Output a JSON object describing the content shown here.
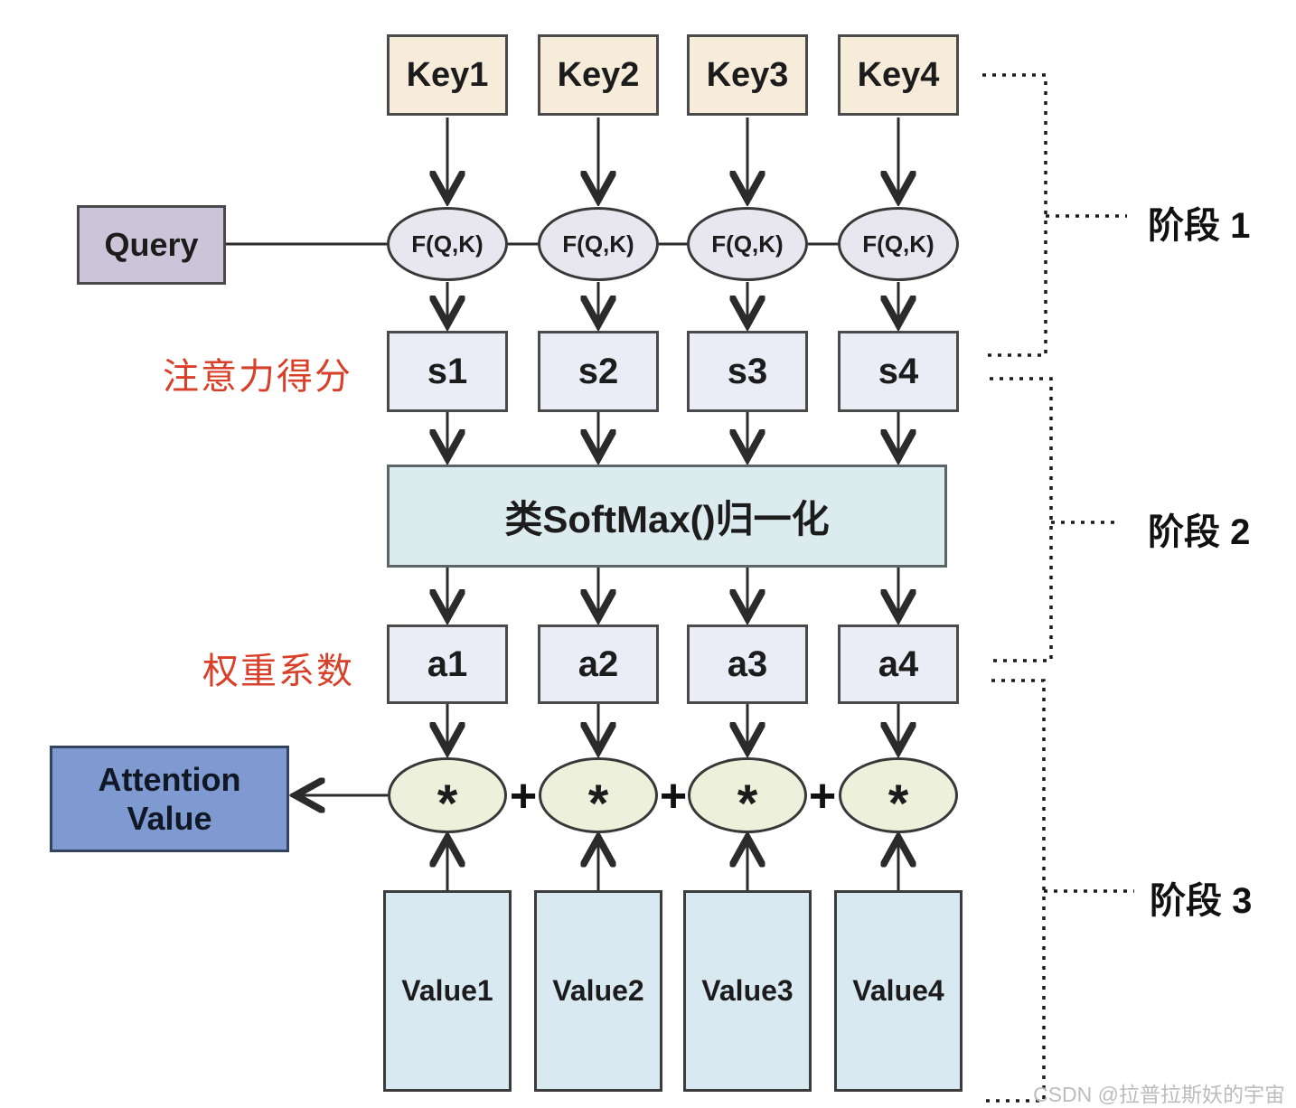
{
  "nodes": {
    "keys": [
      {
        "label": "Key1"
      },
      {
        "label": "Key2"
      },
      {
        "label": "Key3"
      },
      {
        "label": "Key4"
      }
    ],
    "query": {
      "label": "Query"
    },
    "fqk": [
      {
        "label": "F(Q,K)"
      },
      {
        "label": "F(Q,K)"
      },
      {
        "label": "F(Q,K)"
      },
      {
        "label": "F(Q,K)"
      }
    ],
    "scores": [
      {
        "label": "s1"
      },
      {
        "label": "s2"
      },
      {
        "label": "s3"
      },
      {
        "label": "s4"
      }
    ],
    "softmax": {
      "label": "类SoftMax()归一化"
    },
    "weights": [
      {
        "label": "a1"
      },
      {
        "label": "a2"
      },
      {
        "label": "a3"
      },
      {
        "label": "a4"
      }
    ],
    "multiply": {
      "symbol": "*"
    },
    "plus": {
      "symbol": "+"
    },
    "values": [
      {
        "label": "Value1"
      },
      {
        "label": "Value2"
      },
      {
        "label": "Value3"
      },
      {
        "label": "Value4"
      }
    ],
    "attention": {
      "label": "Attention Value"
    }
  },
  "annotations": {
    "attention_score": "注意力得分",
    "weight_coeff": "权重系数"
  },
  "stages": [
    {
      "label": "阶段 1"
    },
    {
      "label": "阶段 2"
    },
    {
      "label": "阶段 3"
    }
  ],
  "watermark": "CSDN @拉普拉斯妖的宇宙",
  "colors": {
    "key_fill": "#f6ecd9",
    "query_fill": "#ccc5da",
    "fqk_fill": "#e8e7f0",
    "score_fill": "#eaedf6",
    "softmax_fill": "#dcebee",
    "multiply_fill": "#edf0da",
    "attention_fill": "#7e9ad1",
    "value_fill": "#d8e9f2",
    "annotation_red": "#d8402a",
    "line_color": "#2b2b2b",
    "watermark_gray": "#bcbcbc"
  }
}
